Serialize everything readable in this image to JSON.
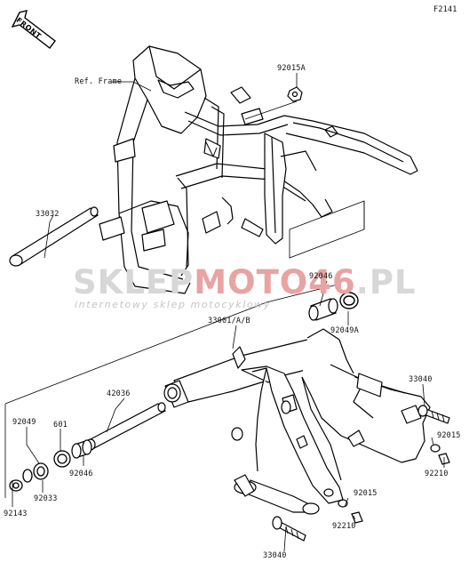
{
  "figure_code": "F2141",
  "front_label": "FRONT",
  "watermark": {
    "brand_main": "SKLEP",
    "brand_moto": "MOTO",
    "brand_num": "46",
    "brand_tld": ".PL",
    "tagline": "internetowy sklep motocyklowy"
  },
  "callouts": {
    "ref_frame": "Ref. Frame",
    "p92015A": "92015A",
    "p33032": "33032",
    "p92046_top": "92046",
    "p92049A": "92049A",
    "p33001": "33001/A/B",
    "p42036": "42036",
    "p601": "601",
    "p92049": "92049",
    "p92046_bottom": "92046",
    "p92033": "92033",
    "p92143": "92143",
    "p33040_right": "33040",
    "p92015_right": "92015",
    "p92210_right": "92210",
    "p92015_bottom": "92015",
    "p92210_bottom": "92210",
    "p33040_bottom": "33040"
  }
}
